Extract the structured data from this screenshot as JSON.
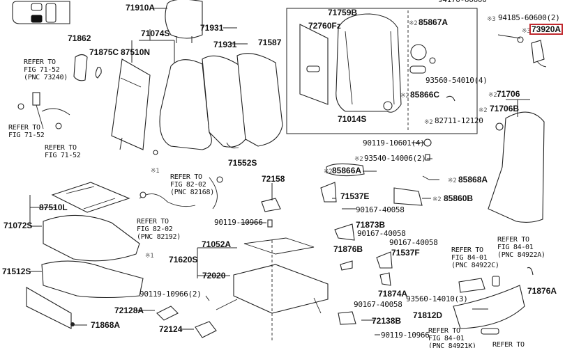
{
  "diagram": {
    "title": "Front Seat Assembly Parts Diagram",
    "highlight_color": "#c0282e",
    "thumbnail": {
      "name": "vehicle-seat-location-thumbnail"
    },
    "labels": {
      "p71910A": "71910A",
      "p71074S": "71074S",
      "p71931a": "71931",
      "p71931b": "71931",
      "p71587": "71587",
      "p71862": "71862",
      "p71875C": "71875C",
      "p87510N": "87510N",
      "p71759B": "71759B",
      "p72760F": "72760Fz",
      "p85867A": "85867A",
      "p93560_54010": "93560-54010(4)",
      "p85866C": "85866C",
      "p71014S": "71014S",
      "p82711": "82711-12120",
      "p94185": "94185-60600(2)",
      "p73920A": "73920A",
      "p71706": "71706",
      "p71706B": "71706B",
      "p94170": "94170-60600",
      "p90119_10601": "90119-10601(4)",
      "p93540": "93540-14006(2)",
      "p85866A": "85866A",
      "p85868A": "85868A",
      "p85860B": "85860B",
      "p71537E": "71537E",
      "p90167_a": "90167-40058",
      "p71873B": "71873B",
      "p90167_b": "90167-40058",
      "p90167_c": "90167-40058",
      "p71876B": "71876B",
      "p71537F": "71537F",
      "p71874A": "71874A",
      "p90167_d": "90167-40058",
      "p93560_14010": "93560-14010(3)",
      "p71812D": "71812D",
      "p71876A": "71876A",
      "p72138B": "72138B",
      "p90119_10966b": "90119-10966",
      "p71552S": "71552S",
      "p72158": "72158",
      "p90119_10966a": "90119-10966",
      "p71052A": "71052A",
      "p71620S": "71620S",
      "p72020": "72020",
      "p90119_10966_2": "90119-10966(2)",
      "p72128A": "72128A",
      "p72124": "72124",
      "p87510L": "87510L",
      "p71072S": "71072S",
      "p71512S": "71512S",
      "p71868A": "71868A"
    },
    "marks": {
      "m1": "※1",
      "m1b": "※1",
      "m2": "※2",
      "m3": "※3"
    },
    "refer_notes": {
      "r73240": "REFER TO\nFIG 71-52\n(PNC 73240)",
      "r7152a": "REFER TO\nFIG 71-52",
      "r7152b": "REFER TO\nFIG 71-52",
      "r82168": "REFER TO\nFIG 82-02\n(PNC 82168)",
      "r82192": "REFER TO\nFIG 82-02\n(PNC 82192)",
      "r84922C": "REFER TO\nFIG 84-01\n(PNC 84922C)",
      "r84922A": "REFER TO\nFIG 84-01\n(PNC 84922A)",
      "r84921K": "REFER TO\nFIG 84-01\n(PNC 84921K)",
      "r_bottom": "REFER TO"
    }
  }
}
